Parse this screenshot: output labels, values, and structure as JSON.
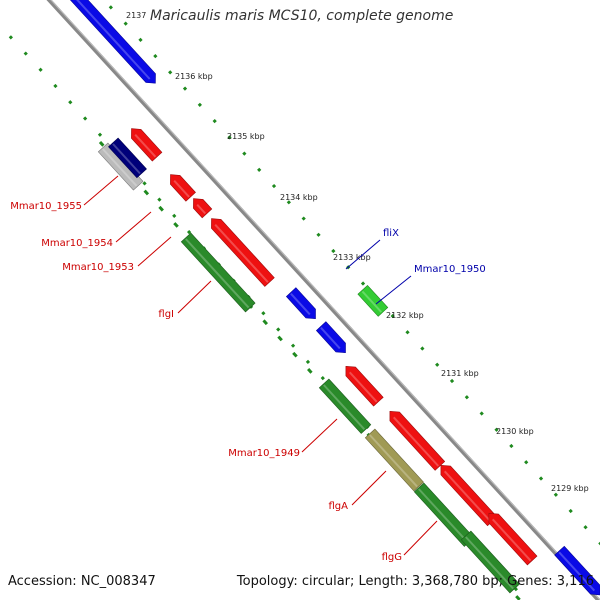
{
  "header": {
    "title": "Maricaulis maris MCS10, complete genome"
  },
  "footer": {
    "accession": "Accession: NC_008347",
    "summary": "Topology: circular; Length: 3,368,780 bp; Genes: 3,116"
  },
  "ruler": {
    "unit": "kbp",
    "ticks": [
      {
        "value": 2137,
        "label": "2137"
      },
      {
        "value": 2136,
        "label": "2136 kbp"
      },
      {
        "value": 2135,
        "label": "2135 kbp"
      },
      {
        "value": 2134,
        "label": "2134 kbp"
      },
      {
        "value": 2133,
        "label": "2133 kbp"
      },
      {
        "value": 2132,
        "label": "2132 kbp"
      },
      {
        "value": 2131,
        "label": "2131 kbp"
      },
      {
        "value": 2130,
        "label": "2130 kbp"
      },
      {
        "value": 2129,
        "label": "2129 kbp"
      }
    ]
  },
  "colors": {
    "forward_gene": "#0a0ae6",
    "reverse_gene": "#ee1111",
    "green_gene": "#2a8a2a",
    "light_green_gene": "#33cc33",
    "olive_gene": "#a09a55",
    "navy_gene": "#00007a",
    "grey_gene": "#bbbbbb",
    "backbone": "#888888",
    "tick_dots": "#1f8a1f",
    "label_red": "#cc0000",
    "label_blue": "#0000aa"
  },
  "gene_labels": [
    {
      "id": "Mmar10_1955",
      "text": "Mmar10_1955",
      "color": "#cc0000"
    },
    {
      "id": "Mmar10_1954",
      "text": "Mmar10_1954",
      "color": "#cc0000"
    },
    {
      "id": "Mmar10_1953",
      "text": "Mmar10_1953",
      "color": "#cc0000"
    },
    {
      "id": "flgI",
      "text": "flgI",
      "color": "#cc0000"
    },
    {
      "id": "fliX",
      "text": "fliX",
      "color": "#0000aa"
    },
    {
      "id": "Mmar10_1950",
      "text": "Mmar10_1950",
      "color": "#0000aa"
    },
    {
      "id": "Mmar10_1949",
      "text": "Mmar10_1949",
      "color": "#cc0000"
    },
    {
      "id": "flgA",
      "text": "flgA",
      "color": "#cc0000"
    },
    {
      "id": "flgG",
      "text": "flgG",
      "color": "#cc0000"
    }
  ]
}
